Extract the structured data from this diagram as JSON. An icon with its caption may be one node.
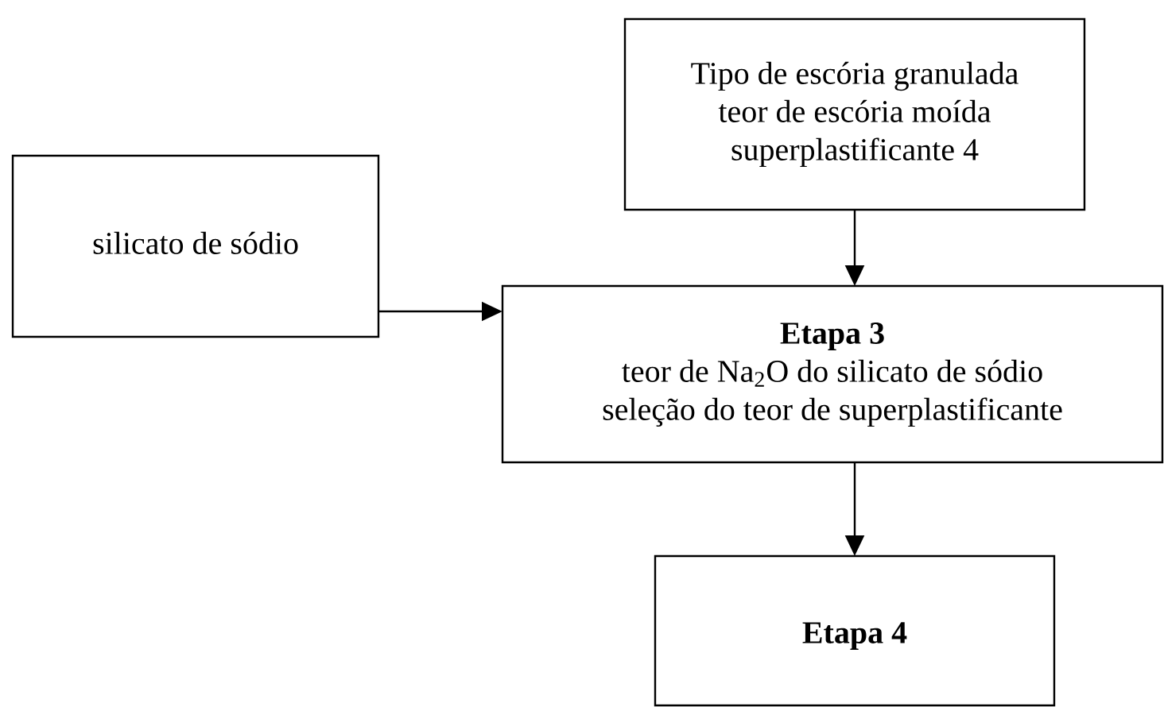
{
  "diagram": {
    "nodes": [
      {
        "text": [
          "Tipo de escória granulada",
          "teor de escória moída",
          "superplastificante 4"
        ]
      },
      {
        "text": [
          "silicato de sódio"
        ]
      },
      {
        "text": [
          "**Etapa 3**",
          "teor de Na$_{2}$O do silicato de sódio",
          "seleção do teor de superplastificante"
        ]
      },
      {
        "text": [
          "**Etapa 4**"
        ]
      }
    ],
    "edges": [
      {
        "from": 0,
        "to": 2,
        "arrow": "to"
      },
      {
        "from": 1,
        "to": 2,
        "arrow": "to"
      },
      {
        "from": 2,
        "to": 3,
        "arrow": "to"
      }
    ]
  }
}
